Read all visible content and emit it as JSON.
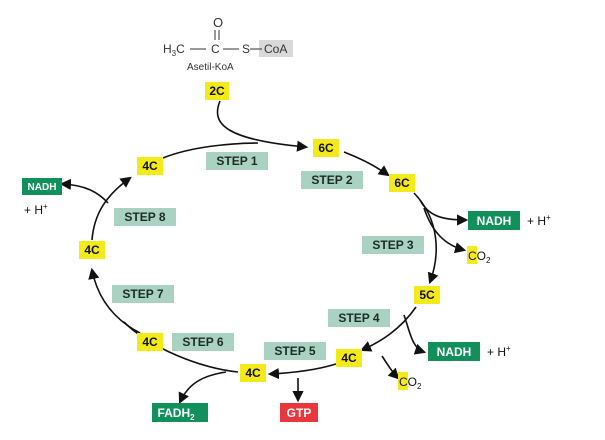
{
  "molecule": {
    "oxygen": "O",
    "left_group": "H",
    "left_group_sub": "3",
    "left_group_tail": "C",
    "dash1": "—",
    "carbon": "C",
    "dash2": "—",
    "sulfur": "S",
    "dash3": "—",
    "coa": "CoA",
    "caption": "Asetil-KoA"
  },
  "carbons": {
    "entry": "2C",
    "c6_first": "6C",
    "c6_second": "6C",
    "c5": "5C",
    "c4_step4": "4C",
    "c4_step5": "4C",
    "c4_step6": "4C",
    "c4_step7": "4C",
    "c4_step8": "4C"
  },
  "steps": {
    "step1": "STEP 1",
    "step2": "STEP 2",
    "step3": "STEP 3",
    "step4": "STEP 4",
    "step5": "STEP 5",
    "step6": "STEP 6",
    "step7": "STEP 7",
    "step8": "STEP 8"
  },
  "products": {
    "nadh_1": "NADH",
    "nadh_1_h": "+ H",
    "co2_1": "CO",
    "co2_1_sub": "2",
    "nadh_2": "NADH",
    "nadh_2_h": "+ H",
    "co2_2": "CO",
    "co2_2_sub": "2",
    "gtp": "GTP",
    "fadh2": "FADH",
    "fadh2_sub": "2",
    "nadh_3": "NADH",
    "nadh_3_h": "+ H",
    "plus_sup": "+"
  },
  "colors": {
    "carbon_box": "#f4ea1a",
    "step_box": "#a9d2c3",
    "nadh_box": "#12905c",
    "gtp_box": "#e8383d",
    "coa_box": "#d9d9d9"
  }
}
